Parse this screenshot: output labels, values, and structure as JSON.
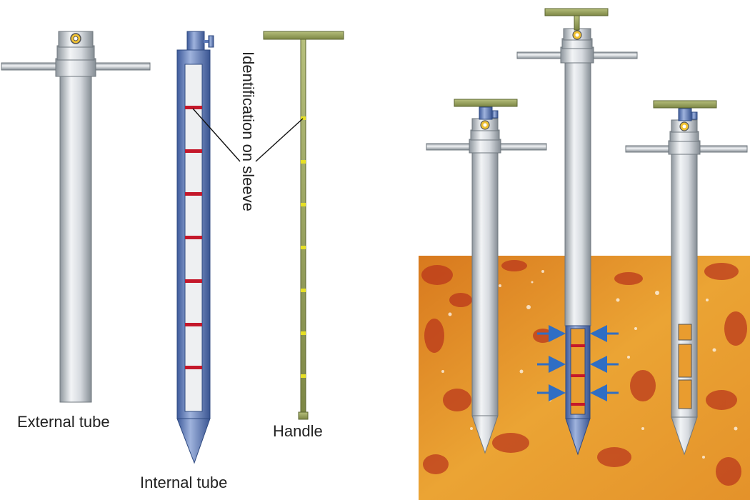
{
  "labels": {
    "external_tube": "External tube",
    "internal_tube": "Internal tube",
    "handle": "Handle",
    "identification": "Identification on sleeve"
  },
  "colors": {
    "steel_light": "#e9ecef",
    "steel_dark": "#8e969d",
    "inner_blue": "#5d79b7",
    "inner_fill": "#eef0f2",
    "mark_red": "#c4182b",
    "rod_olive": "#95a05a",
    "rod_yellow": "#e7e023",
    "soil_orange": "#e9a030",
    "soil_red": "#b8321b",
    "arrow_blue": "#2f6ec4",
    "nut_yellow": "#f1c232"
  }
}
